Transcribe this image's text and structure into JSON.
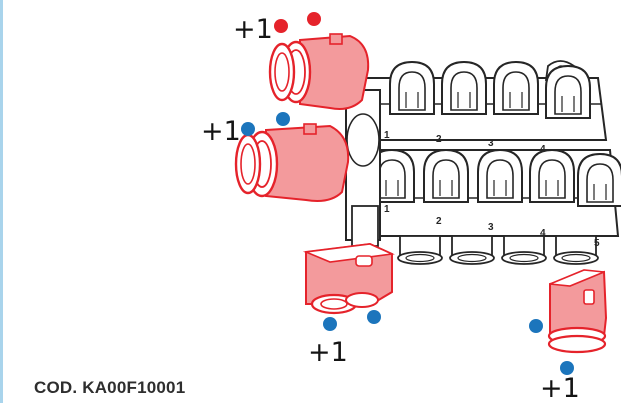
{
  "colors": {
    "red": "#e5232b",
    "blue": "#1c75bc",
    "line": "#262626",
    "frame": "#a9d4ec",
    "pink": "#f39a9c"
  },
  "labels": {
    "top_left": "+1",
    "mid_left": "+1",
    "bottom_center": "+1",
    "bottom_right": "+1"
  },
  "port_numbers": [
    "1",
    "2",
    "3",
    "4",
    "1",
    "2",
    "3",
    "4",
    "5"
  ],
  "product_code": "COD. KA00F10001"
}
